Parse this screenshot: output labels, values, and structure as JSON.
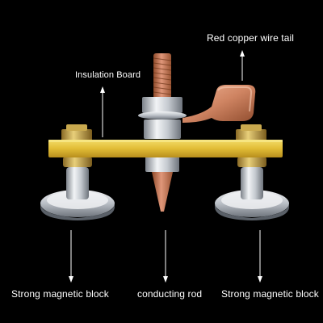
{
  "labels": {
    "insulation_board": "Insulation Board",
    "copper_tail": "Red copper wire tail",
    "magnet_left": "Strong magnetic block",
    "conducting_rod": "conducting rod",
    "magnet_right": "Strong magnetic block"
  },
  "colors": {
    "background": "#000000",
    "text": "#ffffff",
    "board": "#e6c43c",
    "copper": "#c97c56",
    "steel": "#c8ccd2"
  }
}
